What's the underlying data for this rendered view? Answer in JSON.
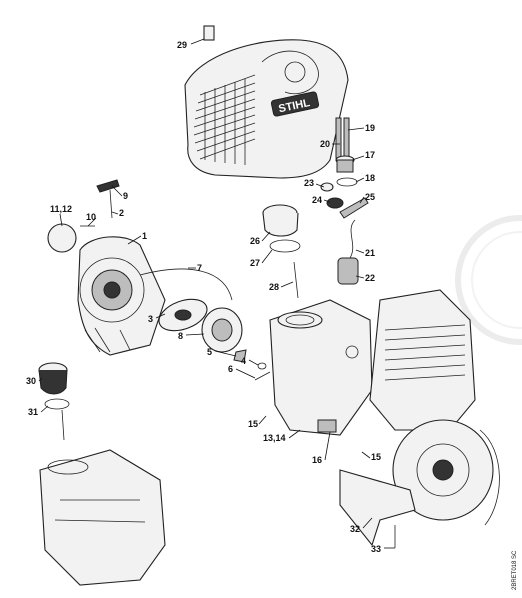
{
  "diagram": {
    "brand_logo_text": "STIHL",
    "drawing_code": "2BRET018 SC",
    "callouts": [
      {
        "id": "c29",
        "text": "29"
      },
      {
        "id": "c19",
        "text": "19"
      },
      {
        "id": "c20",
        "text": "20"
      },
      {
        "id": "c17",
        "text": "17"
      },
      {
        "id": "c18",
        "text": "18"
      },
      {
        "id": "c23",
        "text": "23"
      },
      {
        "id": "c24",
        "text": "24"
      },
      {
        "id": "c25",
        "text": "25"
      },
      {
        "id": "c26",
        "text": "26"
      },
      {
        "id": "c27",
        "text": "27"
      },
      {
        "id": "c21",
        "text": "21"
      },
      {
        "id": "c22",
        "text": "22"
      },
      {
        "id": "c28",
        "text": "28"
      },
      {
        "id": "c11_12",
        "text": "11,12"
      },
      {
        "id": "c9",
        "text": "9"
      },
      {
        "id": "c10",
        "text": "10"
      },
      {
        "id": "c2",
        "text": "2"
      },
      {
        "id": "c1",
        "text": "1"
      },
      {
        "id": "c7",
        "text": "7"
      },
      {
        "id": "c3",
        "text": "3"
      },
      {
        "id": "c8",
        "text": "8"
      },
      {
        "id": "c5",
        "text": "5"
      },
      {
        "id": "c4",
        "text": "4"
      },
      {
        "id": "c6",
        "text": "6"
      },
      {
        "id": "c30",
        "text": "30"
      },
      {
        "id": "c31",
        "text": "31"
      },
      {
        "id": "c15a",
        "text": "15"
      },
      {
        "id": "c13_14",
        "text": "13,14"
      },
      {
        "id": "c16",
        "text": "16"
      },
      {
        "id": "c15b",
        "text": "15"
      },
      {
        "id": "c32",
        "text": "32"
      },
      {
        "id": "c33",
        "text": "33"
      }
    ]
  }
}
